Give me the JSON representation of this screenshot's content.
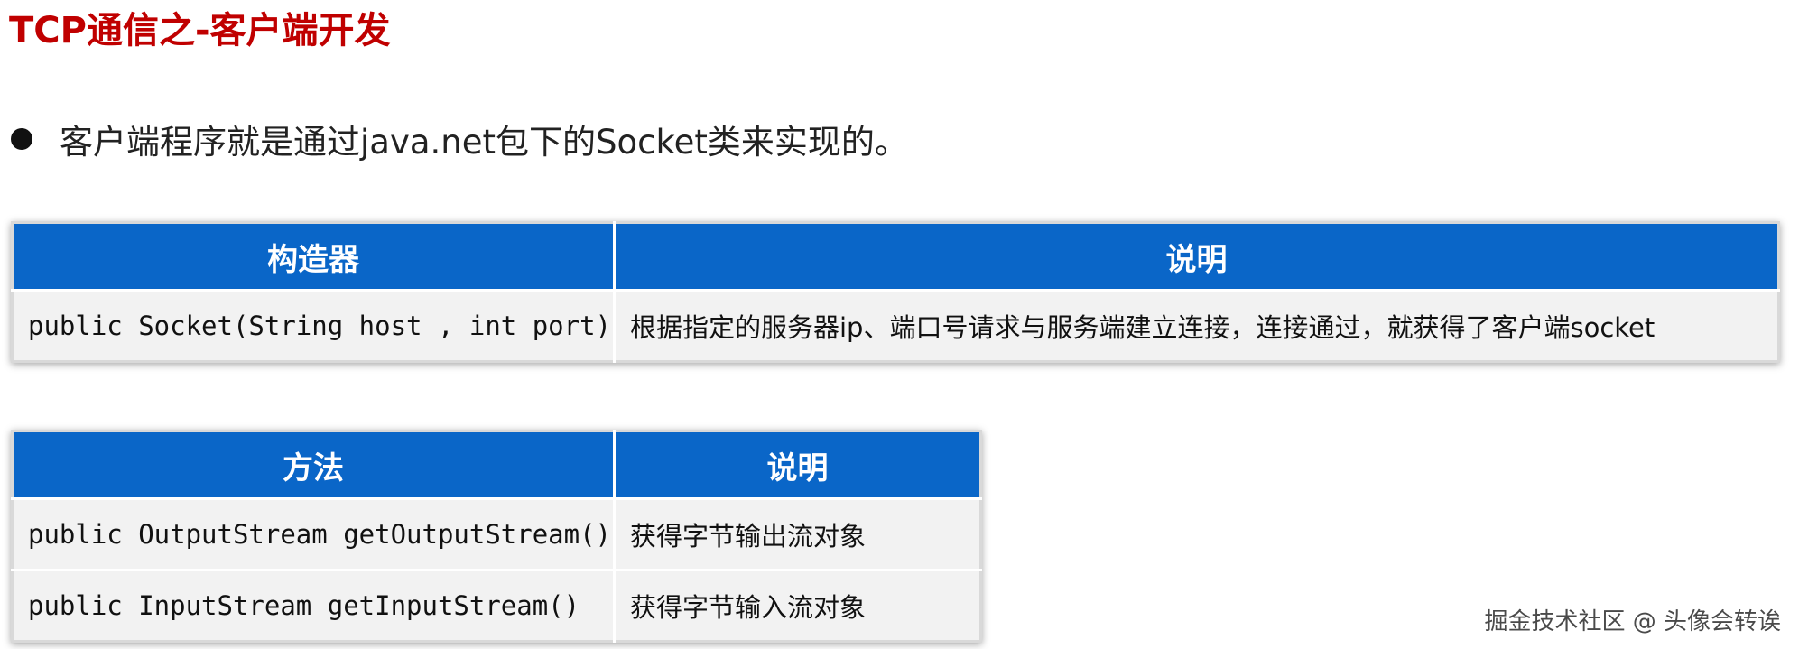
{
  "title": "TCP通信之-客户端开发",
  "bullet": "客户端程序就是通过java.net包下的Socket类来实现的。",
  "constructor_table": {
    "headers": [
      "构造器",
      "说明"
    ],
    "rows": [
      [
        "public Socket(String host , int port)",
        "根据指定的服务器ip、端口号请求与服务端建立连接，连接通过，就获得了客户端socket"
      ]
    ]
  },
  "method_table": {
    "headers": [
      "方法",
      "说明"
    ],
    "rows": [
      [
        "public OutputStream getOutputStream()",
        "获得字节输出流对象"
      ],
      [
        "public InputStream getInputStream()",
        "获得字节输入流对象"
      ]
    ]
  },
  "watermark": "掘金技术社区 @ 头像会转诶",
  "colors": {
    "title": "#c00000",
    "header_bg": "#0a66c8",
    "cell_bg": "#f2f2f2"
  }
}
